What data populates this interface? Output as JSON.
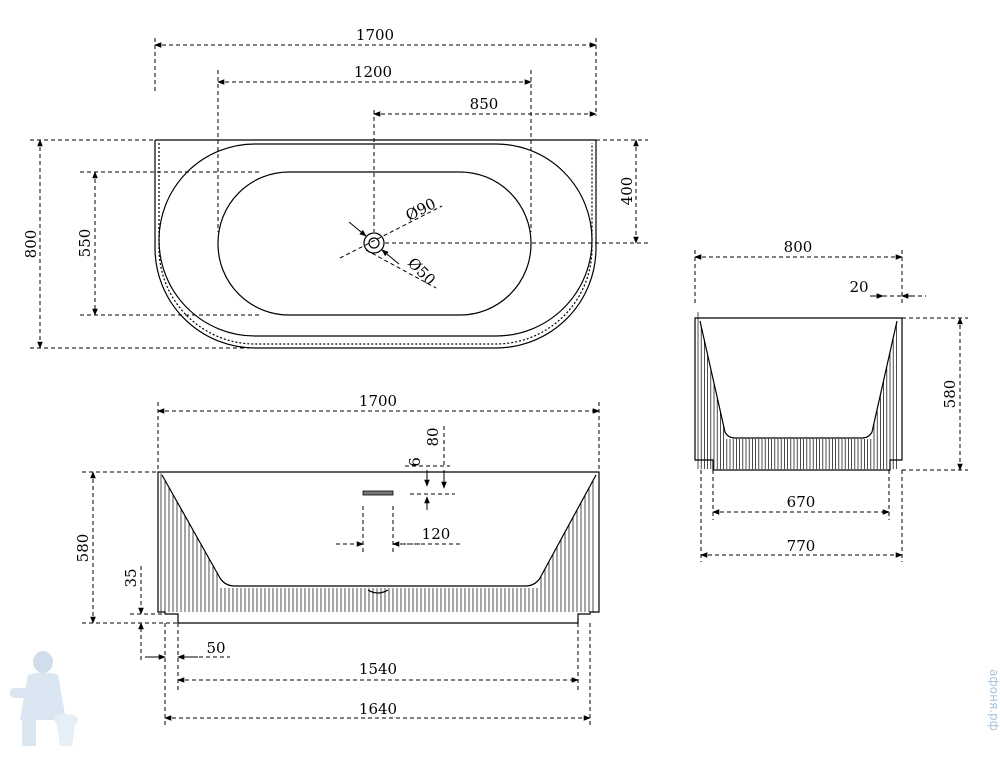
{
  "top_view": {
    "width_overall": "1700",
    "inner_length": "1200",
    "drain_offset": "850",
    "depth_overall": "800",
    "inner_width": "550",
    "drain_from_wall": "400",
    "overflow_diameter": "Ø90",
    "drain_diameter": "Ø50"
  },
  "front_view": {
    "width_overall": "1700",
    "height": "580",
    "plinth_height": "35",
    "plinth_inset": "50",
    "base_width": "1540",
    "plinth_width": "1640",
    "overflow_height_80": "80",
    "overflow_height_6": "6",
    "overflow_width": "120"
  },
  "side_view": {
    "depth_overall": "800",
    "wall_thickness": "20",
    "height": "580",
    "base_depth": "670",
    "plinth_depth": "770"
  },
  "watermark": "афоня.рф",
  "colors": {
    "line": "#000000",
    "watermark": "#aac3dc"
  }
}
